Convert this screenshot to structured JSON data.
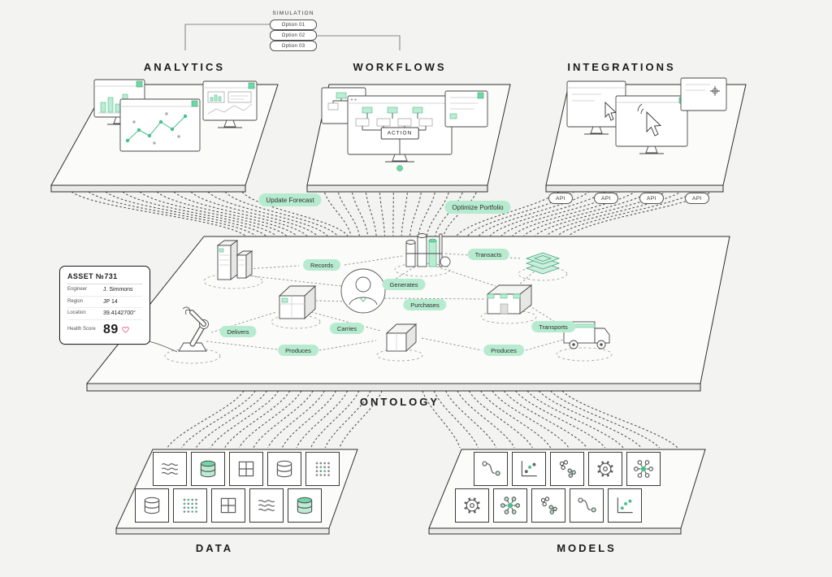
{
  "colors": {
    "background": "#f3f3f1",
    "accent_light": "#b7ebd0",
    "accent": "#49c08a",
    "line": "#3b3b3b"
  },
  "simulation": {
    "title": "SIMULATION",
    "options": [
      "Option 01",
      "Option 02",
      "Option 03"
    ]
  },
  "headings": {
    "analytics": "ANALYTICS",
    "workflows": "WORKFLOWS",
    "integrations": "INTEGRATIONS",
    "ontology": "ONTOLOGY",
    "data": "DATA",
    "models": "MODELS"
  },
  "workflows": {
    "action": "ACTION"
  },
  "wire_labels": {
    "update_forecast": "Update Forecast",
    "optimize_portfolio": "Optimize Portfolio",
    "api_labels": [
      "API",
      "API",
      "API",
      "API"
    ]
  },
  "relations": {
    "records": "Records",
    "transacts": "Transacts",
    "generates": "Generates",
    "purchases": "Purchases",
    "carries": "Carries",
    "delivers": "Delivers",
    "produces_left": "Produces",
    "produces_right": "Produces",
    "transports": "Transports"
  },
  "asset_card": {
    "title": "ASSET №731",
    "rows": [
      {
        "label": "Engineer",
        "value": "J. Simmons"
      },
      {
        "label": "Region",
        "value": "JP 14"
      },
      {
        "label": "Location",
        "value": "39.4142700°"
      },
      {
        "label": "Health Score",
        "value": "89"
      }
    ]
  },
  "ontology_entities": [
    "office-buildings",
    "person",
    "factory",
    "cash-stack",
    "store",
    "robot-arm",
    "crate",
    "package-cube",
    "delivery-truck"
  ],
  "data_platform": {
    "tiles": [
      [
        "waves",
        "db-green",
        "grid",
        "cylinder",
        "dots"
      ],
      [
        "cylinder",
        "dots-green",
        "grid",
        "waves",
        "db-green"
      ]
    ]
  },
  "models_platform": {
    "tiles": [
      [
        "pipeline",
        "scatter",
        "cluster",
        "gear",
        "network"
      ],
      [
        "gear",
        "network-green",
        "cluster",
        "pipeline",
        "scatter-green"
      ]
    ]
  }
}
